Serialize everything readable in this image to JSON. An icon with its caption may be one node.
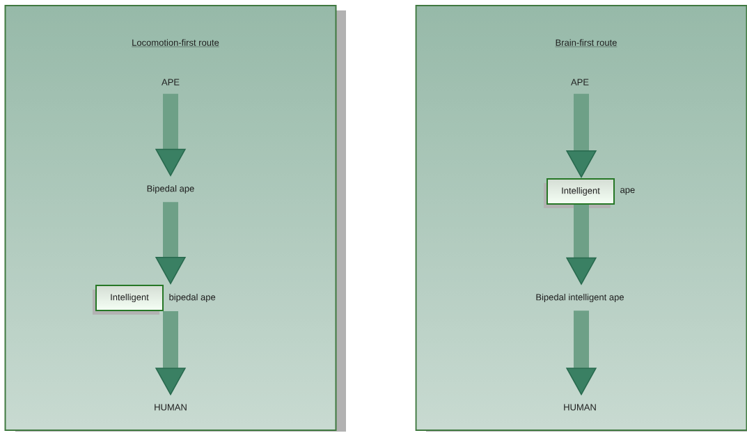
{
  "diagram": {
    "nodes": [
      {
        "text": [
          "Locomotion-first route"
        ]
      },
      {
        "text": [
          "APE"
        ],
        "in": 0
      },
      {
        "text": [
          "Bipedal ape"
        ],
        "in": 0
      },
      {
        "text": [
          "Intelligent"
        ],
        "in": 0,
        "beside": [
          "bipedal ape"
        ]
      },
      {
        "text": [
          "HUMAN"
        ],
        "in": 0
      },
      {
        "text": [
          "Brain-first route"
        ]
      },
      {
        "text": [
          "APE"
        ],
        "in": 5
      },
      {
        "text": [
          "Intelligent"
        ],
        "in": 5,
        "beside": [
          "ape"
        ]
      },
      {
        "text": [
          "Bipedal intelligent ape"
        ],
        "in": 5
      },
      {
        "text": [
          "HUMAN"
        ],
        "in": 5
      }
    ],
    "edges": [
      {
        "from": 1,
        "to": 2,
        "arrow": "to"
      },
      {
        "from": 2,
        "to": 3,
        "arrow": "to"
      },
      {
        "from": 3,
        "to": 4,
        "arrow": "to"
      },
      {
        "from": 6,
        "to": 7,
        "arrow": "to"
      },
      {
        "from": 7,
        "to": 8,
        "arrow": "to"
      },
      {
        "from": 8,
        "to": 9,
        "arrow": "to"
      }
    ]
  }
}
